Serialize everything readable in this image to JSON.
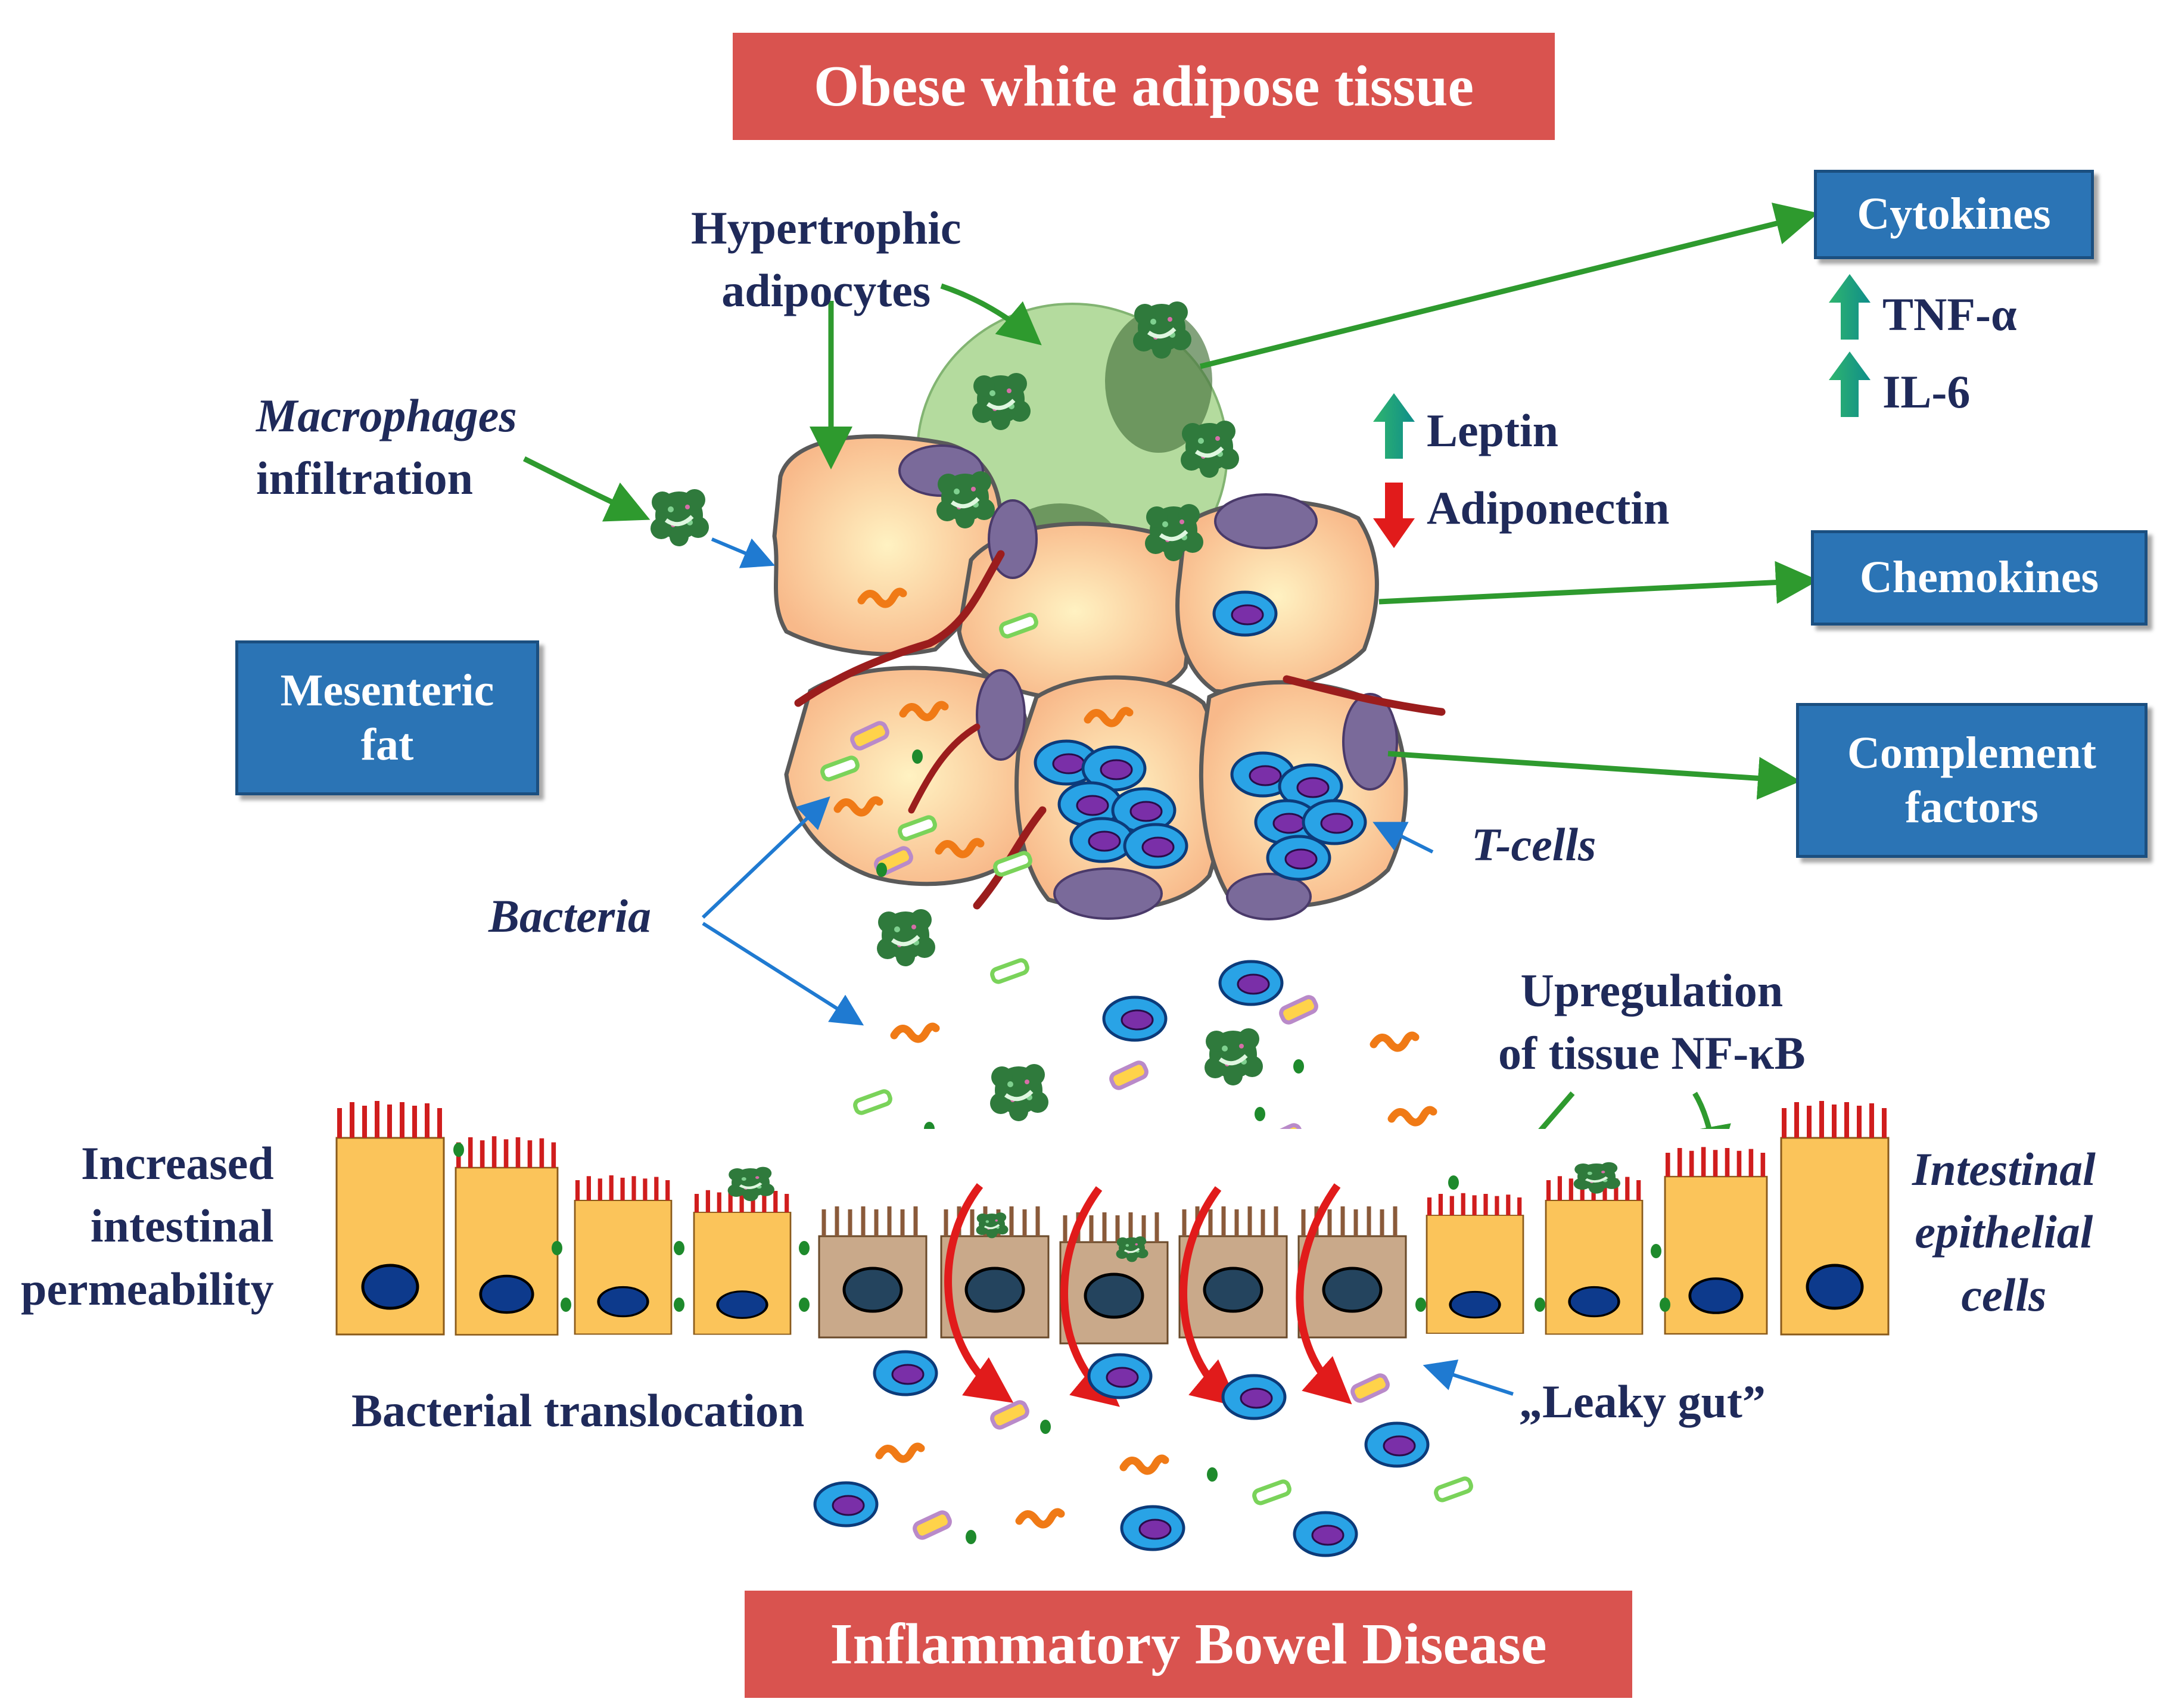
{
  "titles": {
    "top": "Obese white adipose tissue",
    "bottom": "Inflammatory Bowel Disease"
  },
  "boxes": {
    "cytokines": "Cytokines",
    "chemokines": "Chemokines",
    "complement": [
      "Complement",
      "factors"
    ],
    "mesenteric": [
      "Mesenteric",
      "fat"
    ]
  },
  "labels": {
    "hypertrophic": [
      "Hypertrophic",
      "adipocytes"
    ],
    "macrophages": [
      "Macrophages",
      "infiltration"
    ],
    "leptin": "Leptin",
    "adiponectin": "Adiponectin",
    "tnf": "TNF-α",
    "il6": "IL-6",
    "tcells": "T-cells",
    "bacteria": "Bacteria",
    "upregulation": [
      "Upregulation",
      "of tissue NF-κB"
    ],
    "permeability": [
      "Increased",
      "intestinal",
      "permeability"
    ],
    "epithelial": [
      "Intestinal",
      "epithelial",
      "cells"
    ],
    "translocation": "Bacterial translocation",
    "leaky": "„Leaky gut”"
  },
  "colors": {
    "title_bg": "#d9534f",
    "box_bg": "#2b74b5",
    "label_text": "#1f2a5a",
    "green_arrow": "#2e9a2e",
    "blue_arrow": "#1f7ad1",
    "red_arrow": "#e11b1b",
    "adipocyte_fill": "#fbcd9a",
    "t_cell": "#29a3e6",
    "macrophage": "#2f7a3c",
    "enterocyte": "#fbc45a",
    "damaged_enterocyte": "#c9a98a"
  },
  "icons": {
    "up_arrow": "up-arrow-icon",
    "down_arrow": "down-arrow-icon",
    "macrophage": "macrophage-icon",
    "t_cell": "t-cell-icon",
    "bacterium": "bacterium-icon"
  }
}
